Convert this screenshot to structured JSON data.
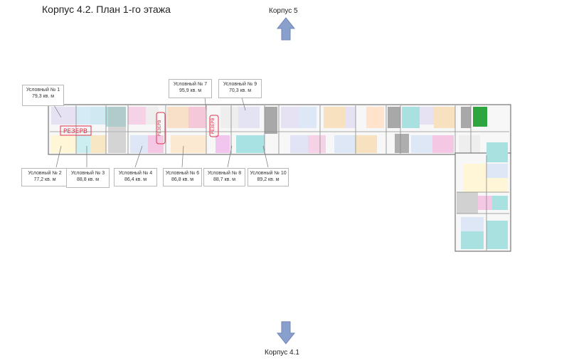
{
  "title": "Корпус 4.2. План 1-го этажа",
  "nav": {
    "north": "Корпус 5",
    "south": "Корпус 4.1"
  },
  "colors": {
    "arrow": "#8aa0cc",
    "wall": "#777777",
    "reserve": "#e0324a"
  },
  "units": [
    {
      "name": "Условный № 1",
      "area": "79,3 кв. м"
    },
    {
      "name": "Условный № 2",
      "area": "77,2 кв. м"
    },
    {
      "name": "Условный № 3",
      "area": "88,8 кв. м"
    },
    {
      "name": "Условный № 4",
      "area": "86,4 кв. м"
    },
    {
      "name": "Условный № 6",
      "area": "86,8 кв. м"
    },
    {
      "name": "Условный № 7",
      "area": "95,9 кв. м"
    },
    {
      "name": "Условный № 8",
      "area": "88,7 кв. м"
    },
    {
      "name": "Условный № 9",
      "area": "70,3 кв. м"
    },
    {
      "name": "Условный № 10",
      "area": "89,2 кв. м"
    }
  ],
  "reserve": [
    "РЕЗЕРВ",
    "РЕЗЕРВ",
    "РЕЗЕРВ"
  ]
}
